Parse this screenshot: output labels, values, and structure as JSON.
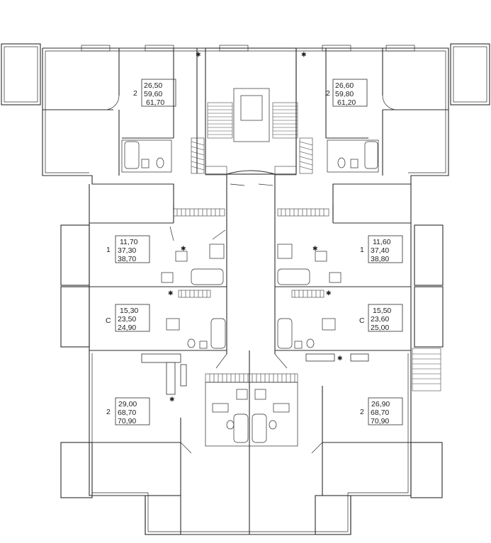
{
  "apartments": [
    {
      "id": "top-left",
      "rooms": "2",
      "living": "26,50",
      "total": "59,60",
      "total_balcony": "61,70"
    },
    {
      "id": "top-right",
      "rooms": "2",
      "living": "26,60",
      "total": "59,80",
      "total_balcony": "61,20"
    },
    {
      "id": "mid-left-1",
      "rooms": "1",
      "living": "11,70",
      "total": "37,30",
      "total_balcony": "38,70"
    },
    {
      "id": "mid-right-1",
      "rooms": "1",
      "living": "11,60",
      "total": "37,40",
      "total_balcony": "38,80"
    },
    {
      "id": "mid-left-s",
      "rooms": "С",
      "living": "15,30",
      "total": "23,50",
      "total_balcony": "24,90"
    },
    {
      "id": "mid-right-s",
      "rooms": "С",
      "living": "15,50",
      "total": "23,60",
      "total_balcony": "25,00"
    },
    {
      "id": "bottom-left",
      "rooms": "2",
      "living": "29,00",
      "total": "68,70",
      "total_balcony": "70,90"
    },
    {
      "id": "bottom-right",
      "rooms": "2",
      "living": "26,90",
      "total": "68,70",
      "total_balcony": "70,90"
    }
  ],
  "symbols": {
    "vent_mark": "✱"
  }
}
